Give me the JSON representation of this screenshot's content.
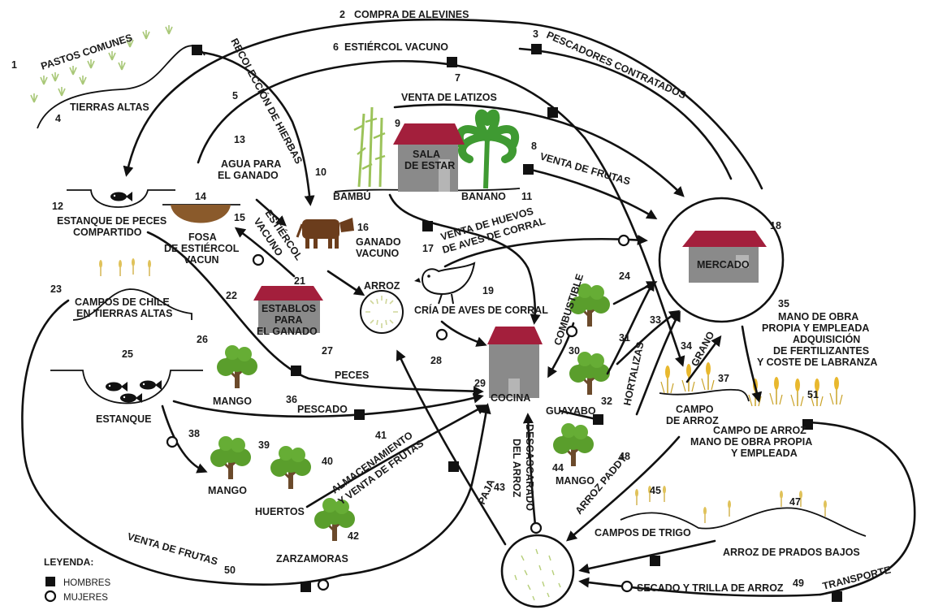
{
  "numbers": {
    "n1": "1",
    "n2": "2",
    "n3": "3",
    "n4": "4",
    "n5": "5",
    "n6": "6",
    "n7": "7",
    "n8": "8",
    "n9": "9",
    "n10": "10",
    "n11": "11",
    "n12": "12",
    "n13": "13",
    "n14": "14",
    "n15": "15",
    "n16": "16",
    "n17": "17",
    "n18": "18",
    "n19": "19",
    "n21": "21",
    "n22": "22",
    "n23": "23",
    "n24": "24",
    "n25": "25",
    "n26": "26",
    "n27": "27",
    "n28": "28",
    "n29": "29",
    "n30": "30",
    "n31": "31",
    "n32": "32",
    "n33": "33",
    "n34": "34",
    "n35": "35",
    "n36": "36",
    "n37": "37",
    "n38": "38",
    "n39": "39",
    "n40": "40",
    "n41": "41",
    "n42": "42",
    "n43": "43",
    "n44": "44",
    "n45": "45",
    "n47": "47",
    "n48": "48",
    "n49": "49",
    "n50": "50",
    "n51": "51"
  },
  "labels": {
    "pastos_comunes": "PASTOS COMUNES",
    "compra_alevines": "COMPRA DE ALEVINES",
    "pescadores_contratados": "PESCADORES CONTRATADOS",
    "tierras_altas": "TIERRAS ALTAS",
    "recoleccion_hierbas": "RECOLECCIÓN DE HIERBAS",
    "estiercol_vacuno_6": "ESTIÉRCOL VACUNO",
    "venta_latizos": "VENTA DE LATIZOS",
    "venta_frutas_8": "VENTA DE FRUTAS",
    "sala_estar_1": "SALA",
    "sala_estar_2": "DE ESTAR",
    "bambu": "BAMBÚ",
    "banano": "BANANO",
    "agua_ganado_1": "AGUA PARA",
    "agua_ganado_2": "EL GANADO",
    "estanque_compartido_1": "ESTANQUE DE PECES",
    "estanque_compartido_2": "COMPARTIDO",
    "fosa_1": "FOSA",
    "fosa_2": "DE ESTIÉRCOL",
    "fosa_3": "VACUN",
    "estiercol_15_1": "ESTIÉRCOL",
    "estiercol_15_2": "VACUNO",
    "ganado_1": "GANADO",
    "ganado_2": "VACUNO",
    "venta_huevos_1": "VENTA DE HUEVOS",
    "venta_huevos_2": "DE AVES DE CORRAL",
    "mercado": "MERCADO",
    "arroz": "ARROZ",
    "cria_aves": "CRÍA DE AVES DE CORRAL",
    "establos_1": "ESTABLOS",
    "establos_2": "PARA",
    "establos_3": "EL GANADO",
    "campos_chile_1": "CAMPOS DE CHILE",
    "campos_chile_2": "EN TIERRAS ALTAS",
    "combustible": "COMBUSTIBLE",
    "mano_obra_1": "MANO DE OBRA",
    "mano_obra_2": "PROPIA Y EMPLEADA",
    "mano_obra_3": "ADQUISICIÓN",
    "mano_obra_4": "DE FERTILIZANTES",
    "mano_obra_5": "Y COSTE DE LABRANZA",
    "peces": "PECES",
    "mango_26": "MANGO",
    "pescado": "PESCADO",
    "cocina": "COCINA",
    "guayabo": "GUAYABO",
    "hortalizas": "HORTALIZAS",
    "grano": "GRANO",
    "campo_arroz_1": "CAMPO",
    "campo_arroz_2": "DE ARROZ",
    "campo_arroz_51_1": "CAMPO DE ARROZ",
    "campo_arroz_51_2": "MANO DE OBRA PROPIA",
    "campo_arroz_51_3": "Y EMPLEADA",
    "estanque": "ESTANQUE",
    "mango_39": "MANGO",
    "huertos": "HUERTOS",
    "almacenamiento_1": "ALMACENAMIENTO",
    "almacenamiento_2": "Y VENTA DE FRUTAS",
    "paja": "PAJA",
    "descascarado_1": "DESCASCARADO",
    "descascarado_2": "DEL ARROZ",
    "mango_44": "MANGO",
    "arroz_paddy": "ARROZ PADDY",
    "campos_trigo": "CAMPOS DE TRIGO",
    "arroz_prados": "ARROZ DE PRADOS BAJOS",
    "zarzamoras": "ZARZAMORAS",
    "venta_frutas_50": "VENTA DE FRUTAS",
    "secado_trilla": "SECADO Y TRILLA DE ARROZ",
    "transporte": "TRANSPORTE"
  },
  "legend": {
    "title": "LEYENDA:",
    "hombres": "HOMBRES",
    "mujeres": "MUJERES"
  },
  "colors": {
    "roof": "#a31f3c",
    "wall": "#8a8a8a",
    "tree": "#5a9e2c",
    "trunk": "#6b4a2b",
    "banana": "#3f9a32",
    "bamboo": "#9cc35a",
    "grass": "#a9c878",
    "wheat": "#e8b82e",
    "cow": "#6b3d1c",
    "pit": "#8a5a2b",
    "ink": "#111111"
  },
  "icons": {
    "men_marker": "filled-square",
    "women_marker": "open-circle"
  }
}
